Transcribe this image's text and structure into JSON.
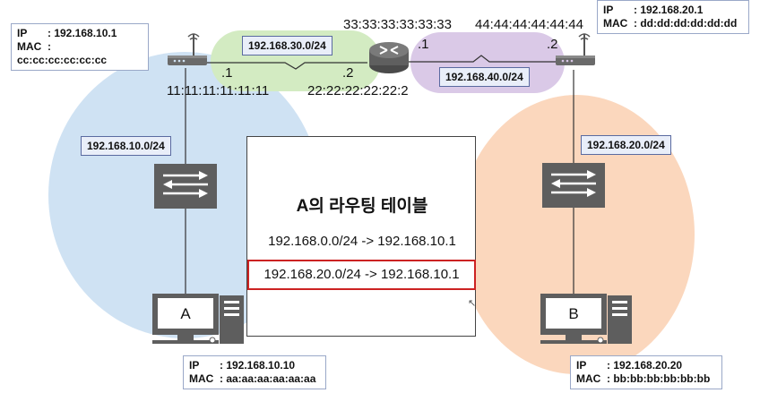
{
  "hosts": {
    "a": {
      "label": "A",
      "ip_key": "IP",
      "ip": ": 192.168.10.10",
      "mac_key": "MAC",
      "mac": ": aa:aa:aa:aa:aa:aa"
    },
    "b": {
      "label": "B",
      "ip_key": "IP",
      "ip": ": 192.168.20.20",
      "mac_key": "MAC",
      "mac": ": bb:bb:bb:bb:bb:bb"
    }
  },
  "gateways": {
    "left": {
      "ip_key": "IP",
      "ip": ": 192.168.10.1",
      "mac_key": "MAC",
      "mac": ": cc:cc:cc:cc:cc:cc"
    },
    "right": {
      "ip_key": "IP",
      "ip": ": 192.168.20.1",
      "mac_key": "MAC",
      "mac": ": dd:dd:dd:dd:dd:dd"
    }
  },
  "networks": {
    "left_lan": "192.168.10.0/24",
    "right_lan": "192.168.20.0/24",
    "link_30": "192.168.30.0/24",
    "link_40": "192.168.40.0/24"
  },
  "link_labels": {
    "left_dot1": ".1",
    "left_dot2": ".2",
    "right_dot1": ".1",
    "right_dot2": ".2"
  },
  "macs": {
    "left_router_wan": "11:11:11:11:11:11",
    "center_router_left": "22:22:22:22:22:2",
    "center_router_right": "33:33:33:33:33:33",
    "right_router_wan": "44:44:44:44:44:44"
  },
  "routing_table": {
    "title": "A의 라우팅 테이블",
    "rows": [
      "192.168.0.0/24 -> 192.168.10.1",
      "192.168.20.0/24 -> 192.168.10.1"
    ]
  },
  "colors": {
    "left_zone": "#cfe2f3",
    "right_zone": "#fbd7bd",
    "link_30_zone": "#d3ebc2",
    "link_40_zone": "#d8c6e6",
    "highlight_border": "#cc2222",
    "device_gray": "#5f5f5f"
  }
}
